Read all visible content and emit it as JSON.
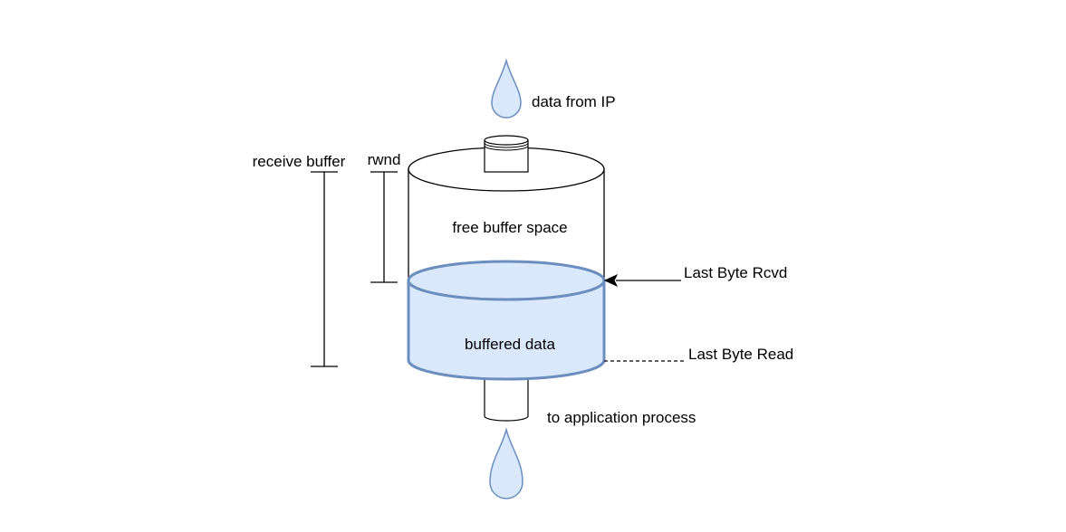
{
  "labels": {
    "data_from_ip": "data from IP",
    "receive_buffer": "receive buffer",
    "rwnd": "rwnd",
    "free_buffer_space": "free buffer space",
    "last_byte_rcvd": "Last Byte Rcvd",
    "buffered_data": "buffered data",
    "last_byte_read": "Last Byte Read",
    "to_application_process": "to application process"
  },
  "colors": {
    "drop_fill": "#dae8fc",
    "drop_stroke": "#6c8ebf",
    "buffered_fill": "#dae8fc",
    "buffered_stroke": "#6c8ebf",
    "line": "#000000"
  }
}
